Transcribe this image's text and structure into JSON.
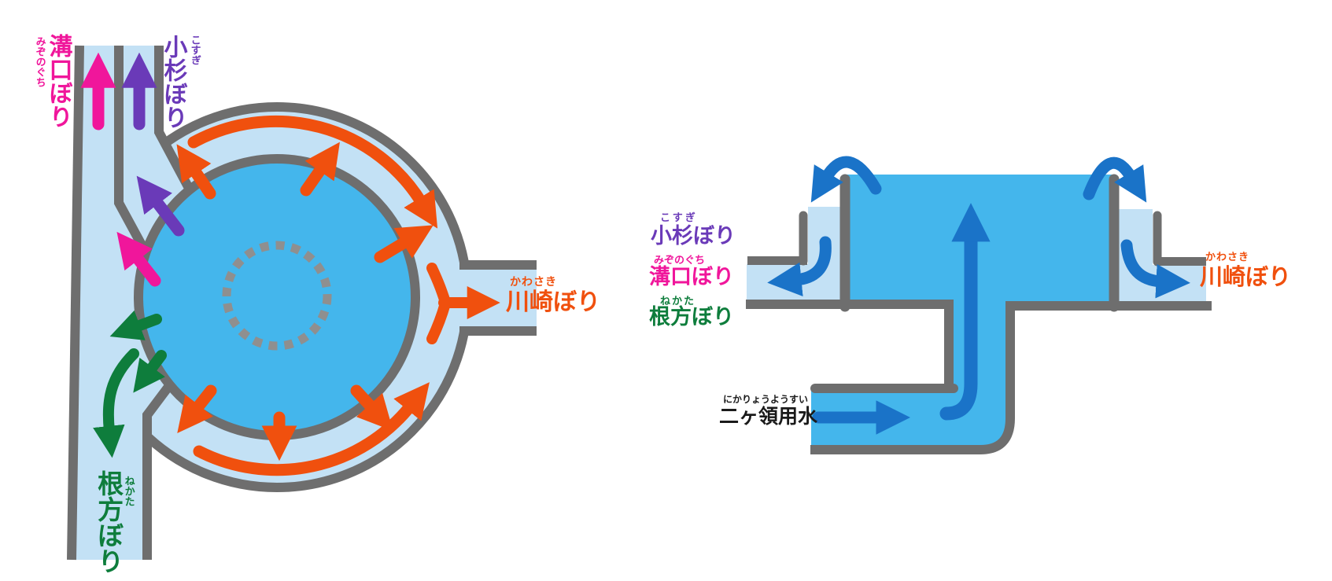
{
  "palette": {
    "water_light": "#c3e1f5",
    "water_medium": "#44b6ec",
    "wall_gray": "#6e6e6e",
    "dotted_circle_gray": "#8f8f8f",
    "flow_arrow_blue": "#1a73c8",
    "mizonokuchi_pink": "#f0169b",
    "kosugi_purple": "#6a3ab8",
    "kawasaki_orange": "#f0500e",
    "nekata_green": "#0e7d3c",
    "nikaryo_black": "#1a1a1a"
  },
  "left_diagram": {
    "labels": {
      "mizonokuchi": {
        "furigana": "みぞのぐち",
        "text": "溝口ぼり"
      },
      "kosugi": {
        "furigana": "こすぎ",
        "text": "小杉ぼり"
      },
      "kawasaki": {
        "furigana": "かわさき",
        "text": "川崎ぼり"
      },
      "nekata": {
        "furigana": "ねかた",
        "text": "根方ぼり"
      }
    }
  },
  "right_diagram": {
    "labels": {
      "kosugi": {
        "furigana": "こすぎ",
        "text": "小杉ぼり"
      },
      "mizonokuchi": {
        "furigana": "みぞのぐち",
        "text": "溝口ぼり"
      },
      "nekata": {
        "furigana": "ねかた",
        "text": "根方ぼり"
      },
      "kawasaki": {
        "furigana": "かわさき",
        "text": "川崎ぼり"
      },
      "nikaryo": {
        "furigana": "にかりょうようすい",
        "text": "二ヶ領用水"
      }
    }
  }
}
